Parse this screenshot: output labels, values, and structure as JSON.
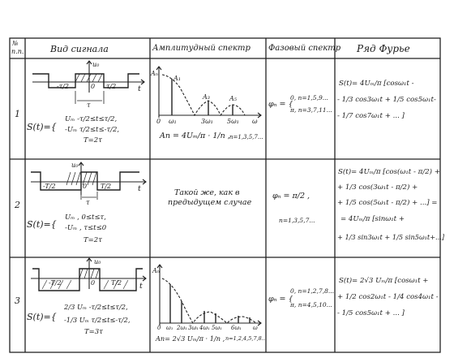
{
  "header": {
    "num_line1": "№",
    "num_line2": "п.п.",
    "signal_type": "Вид сигнала",
    "amp_spectrum": "Амплитудный спектр",
    "phase_spectrum": "Фазовый спектр",
    "fourier_series": "Ряд Фурье"
  },
  "rows": [
    {
      "num": "1",
      "sig_labels": {
        "u0": "u₀",
        "t": "t",
        "neg": "-τ/2",
        "zero": "0",
        "pos": "τ/2",
        "tau": "τ"
      },
      "s_def": [
        "S(t)={",
        "Uₘ   -τ/2≤t≤τ/2,",
        "-Uₘ  τ/2≤t≤-τ/2,",
        "T=2τ"
      ],
      "amp_labels": {
        "An": "Aₙ",
        "A1": "A₁",
        "A3": "A₃",
        "A5": "A₅",
        "x0": "0",
        "x1": "ω₁",
        "x3": "3ω₁",
        "x5": "5ω₁",
        "w": "ω"
      },
      "amp_formula": "An = 4Uₘ/π · 1/n ,",
      "amp_n": "n=1,3,5,7...",
      "phase": [
        "φₙ = {",
        "0,  n=1,5,9...",
        "π,  n=3,7,11..."
      ],
      "series": [
        "S(t)= 4Uₘ/π [cosω₁t -",
        "- 1/3 cos3ω₁t + 1/5 cos5ω₁t-",
        "- 1/7 cos7ω₁t + ... ]"
      ]
    },
    {
      "num": "2",
      "sig_labels": {
        "u0": "u₀",
        "t": "t",
        "neg": "-T/2",
        "zero": "0",
        "pos": "T/2",
        "tau": "τ"
      },
      "s_def": [
        "S(t)={",
        "Uₘ ,   0≤t≤τ,",
        "-Uₘ ,  τ≤t≤0",
        "T=2τ"
      ],
      "amp_text": [
        "Такой же, как в",
        "предыдущем случае"
      ],
      "phase": [
        "φₙ = π/2 ,",
        "n=1,3,5,7..."
      ],
      "series": [
        "S(t)= 4Uₘ/π [cos(ω₁t - π/2) +",
        "+ 1/3 cos(3ω₁t - π/2) +",
        "+ 1/5 cos(5ω₁t - π/2) + ...] =",
        "= 4Uₘ/π [sinω₁t +",
        "+ 1/3 sin3ω₁t + 1/5 sin5ω₁t+...]"
      ]
    },
    {
      "num": "3",
      "sig_labels": {
        "u0": "u₀",
        "t": "t",
        "neg": "-T/2",
        "zero": "0",
        "pos": "T/2"
      },
      "s_def": [
        "S(t)={",
        "2/3 Uₘ   -τ/2≤t≤τ/2,",
        "-1/3 Uₘ  τ/2≤t≤-τ/2,",
        "T=3τ"
      ],
      "amp_labels": {
        "An": "Aₙ",
        "x0": "0",
        "x1": "ω₁",
        "x2": "2ω₁",
        "x3": "3ω₁",
        "x4": "4ω₁",
        "x5": "5ω₁",
        "x6": "6ω₁",
        "w": "ω"
      },
      "amp_formula": "An= 2√3 Uₘ/π · 1/n ,",
      "amp_n": "n=1,2,4,5,7,8...",
      "phase": [
        "φₙ = {",
        "0,  n=1,2,7,8...",
        "π,  n=4,5,10..."
      ],
      "series": [
        "S(t)= 2√3 Uₘ/π [cosω₁t +",
        "+ 1/2 cos2ω₁t - 1/4 cos4ω₁t -",
        "- 1/5 cos5ω₁t + ... ]"
      ]
    }
  ]
}
